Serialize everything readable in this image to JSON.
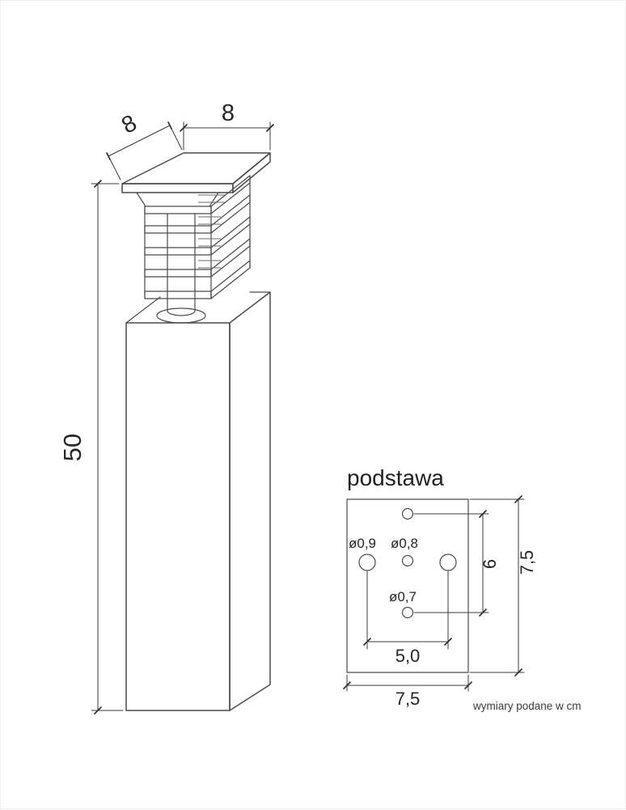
{
  "lamp": {
    "dim_width_top": "8",
    "dim_depth": "8",
    "dim_height": "50"
  },
  "base_plate": {
    "title": "podstawa",
    "hole_labels": {
      "large": "ø0,9",
      "medium": "ø0,8",
      "small": "ø0,7"
    },
    "dim_vertical_holes": "6",
    "dim_height": "7,5",
    "dim_horizontal_holes": "5,0",
    "dim_width": "7,5"
  },
  "footnote": "wymiary podane w cm"
}
